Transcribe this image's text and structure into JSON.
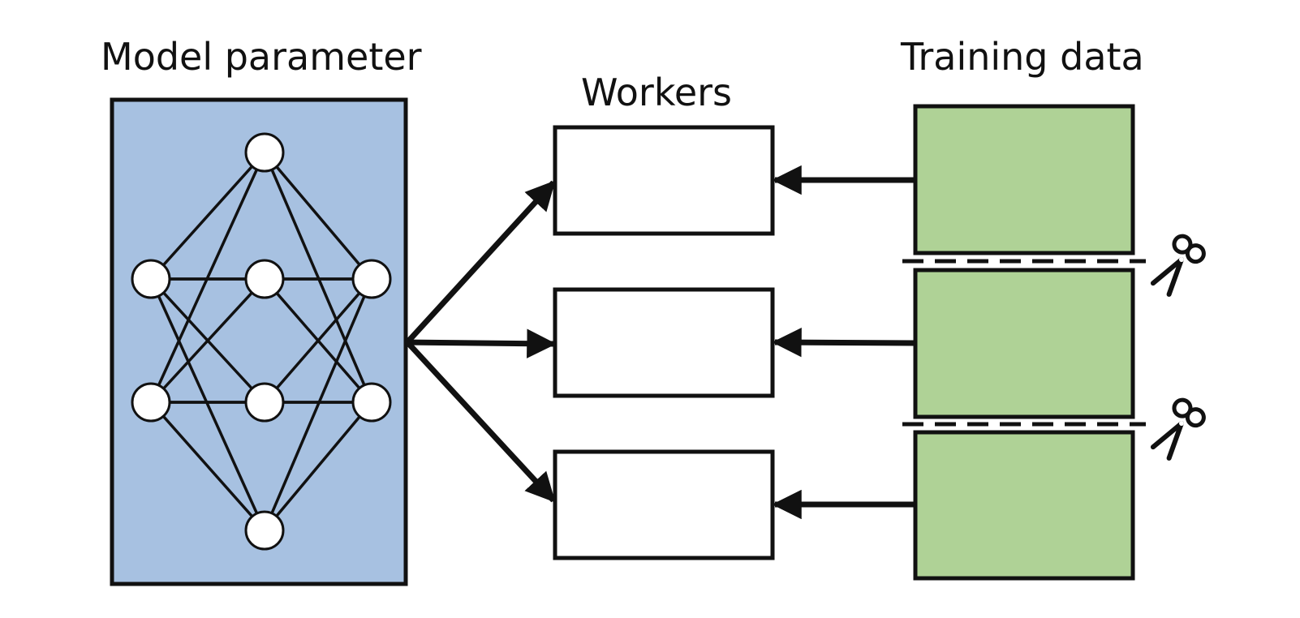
{
  "labels": {
    "model": "Model parameter",
    "workers": "Workers",
    "data": "Training data"
  },
  "colors": {
    "model_fill": "#a7c1e1",
    "data_fill": "#afd296",
    "worker_fill": "#ffffff",
    "stroke": "#111111"
  },
  "network": {
    "layer_sizes": [
      2,
      4,
      2
    ]
  },
  "workers": {
    "count": 3
  },
  "training_data": {
    "partitions": 3
  },
  "icons": {
    "cut_marker": "scissors-icon"
  }
}
